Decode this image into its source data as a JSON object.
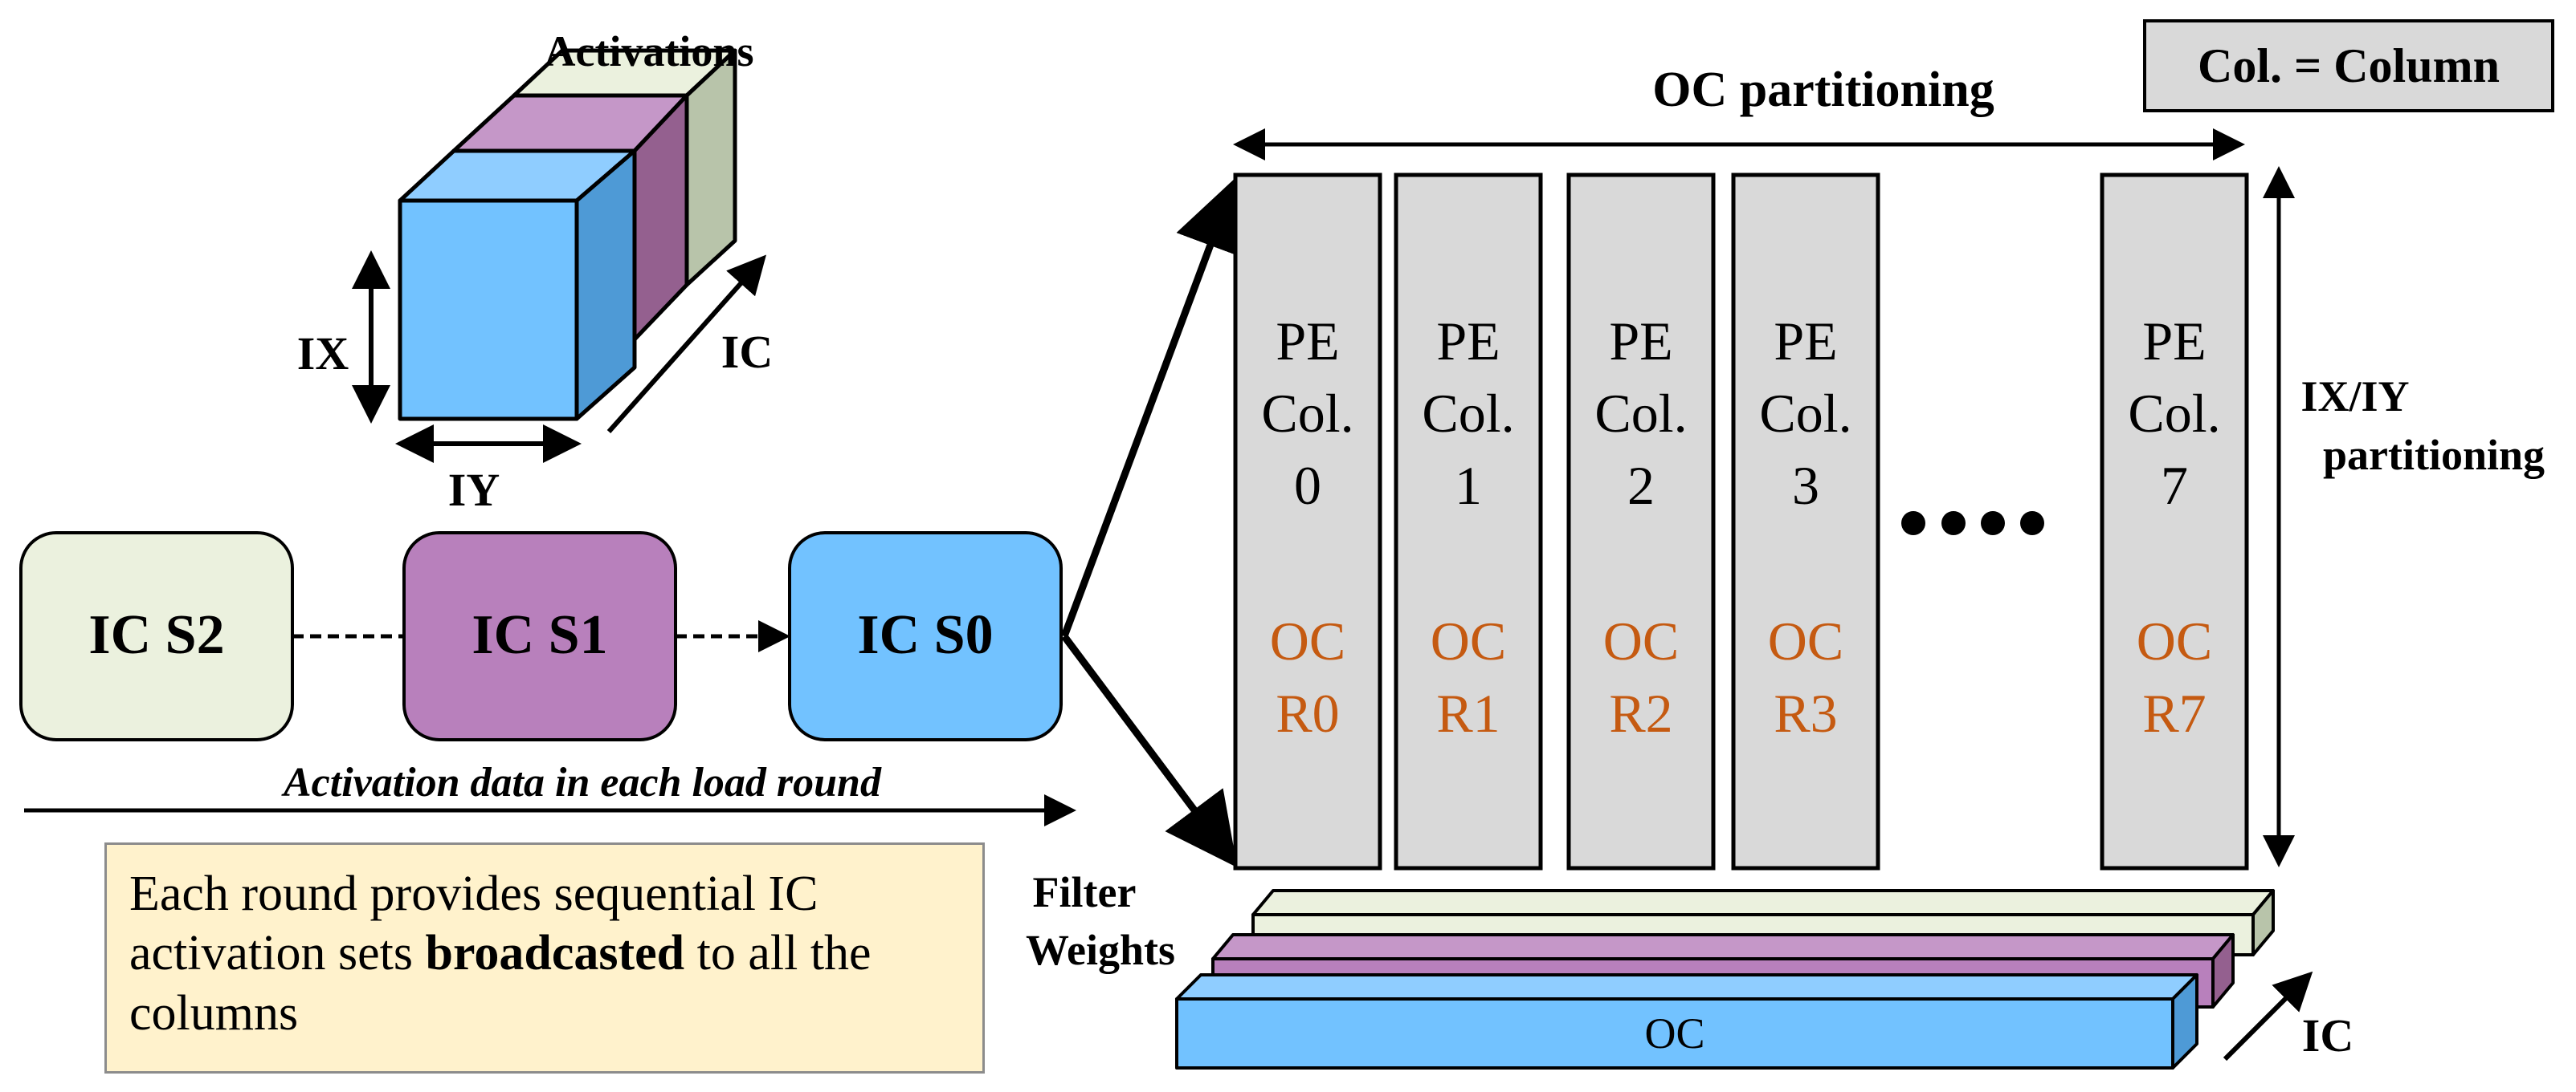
{
  "activations": {
    "title": "Activations",
    "dim_x": "IX",
    "dim_y": "IY",
    "dim_c": "IC"
  },
  "ic_sets": [
    {
      "label": "IC S2",
      "color": "#ebf1de"
    },
    {
      "label": "IC S1",
      "color": "#b880bc"
    },
    {
      "label": "IC S0",
      "color": "#72c2ff"
    }
  ],
  "round_label": "Activation data in each load round",
  "note": {
    "before": "Each round provides sequential IC activation sets ",
    "bold": "broadcasted",
    "after": " to all the columns"
  },
  "legend": "Col. = Column",
  "oc_partitioning": "OC partitioning",
  "ixiy_partitioning": {
    "line1": "IX/IY",
    "line2": "partitioning"
  },
  "pe_columns": [
    {
      "pe": "PE",
      "col": "Col.",
      "index": "0",
      "oc": "OC",
      "r": "R0"
    },
    {
      "pe": "PE",
      "col": "Col.",
      "index": "1",
      "oc": "OC",
      "r": "R1"
    },
    {
      "pe": "PE",
      "col": "Col.",
      "index": "2",
      "oc": "OC",
      "r": "R2"
    },
    {
      "pe": "PE",
      "col": "Col.",
      "index": "3",
      "oc": "OC",
      "r": "R3"
    },
    {
      "pe": "PE",
      "col": "Col.",
      "index": "7",
      "oc": "OC",
      "r": "R7"
    }
  ],
  "filter_weights": {
    "line1": "Filter",
    "line2": "Weights",
    "bar_label": "OC",
    "ic_label": "IC"
  },
  "colors": {
    "pe_fill": "#d9d9d9",
    "oc_text": "#c55a11",
    "green": "#ebf1de",
    "purple": "#b880bc",
    "blue": "#72c2ff"
  }
}
